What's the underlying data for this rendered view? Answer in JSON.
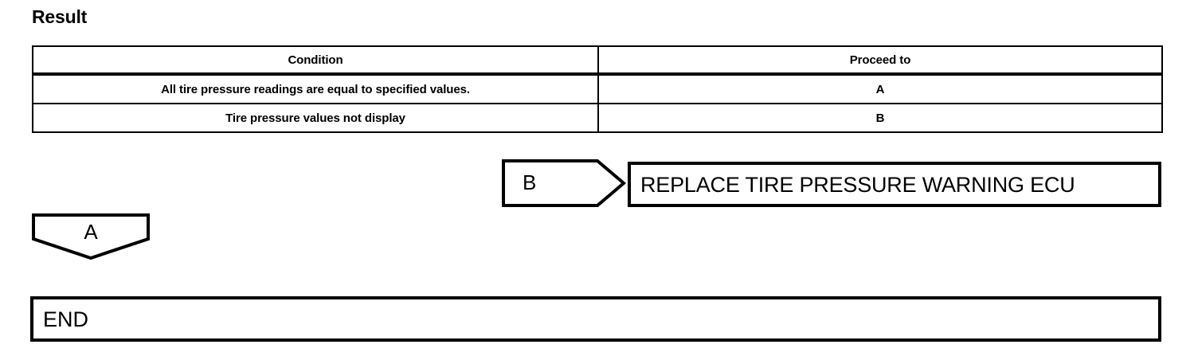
{
  "section": {
    "title": "Result"
  },
  "result_table": {
    "columns": [
      "Condition",
      "Proceed to"
    ],
    "rows": [
      {
        "condition": "All tire pressure readings are equal to specified values.",
        "proceed_to": "A"
      },
      {
        "condition": "Tire pressure values not display",
        "proceed_to": "B"
      }
    ]
  },
  "flow": {
    "connector_b": {
      "label": "B",
      "shape": "pentagon-right-arrow"
    },
    "connector_a": {
      "label": "A",
      "shape": "pentagon-down"
    },
    "ecu_box": {
      "label": "REPLACE TIRE PRESSURE WARNING ECU"
    },
    "end_box": {
      "label": "END"
    }
  },
  "colors": {
    "stroke": "#000000",
    "background": "#ffffff",
    "text": "#000000"
  }
}
